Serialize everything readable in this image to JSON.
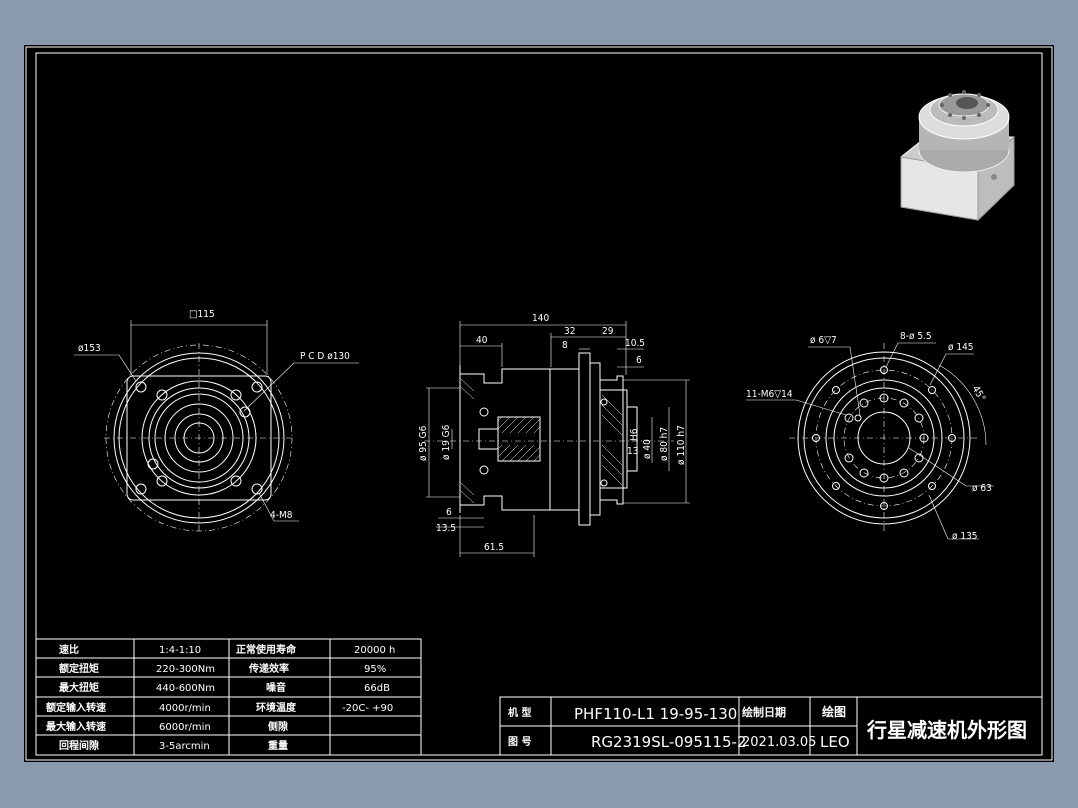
{
  "drawing": {
    "title": "行星减速机外形图",
    "title_block": {
      "model_label": "机 型",
      "model_value": "PHF110-L1 19-95-130",
      "drawing_no_label": "图 号",
      "drawing_no_value": "RG2319SL-095115-2",
      "date_label": "绘制日期",
      "date_value": "2021.03.05",
      "drawer_label": "绘图",
      "drawer_value": "LEO"
    },
    "specs": [
      {
        "k1": "速比",
        "v1": "1:4-1:10",
        "k2": "正常使用寿命",
        "v2": "20000 h"
      },
      {
        "k1": "额定扭矩",
        "v1": "220-300Nm",
        "k2": "传递效率",
        "v2": "95%"
      },
      {
        "k1": "最大扭矩",
        "v1": "440-600Nm",
        "k2": "噪音",
        "v2": "66dB"
      },
      {
        "k1": "额定输入转速",
        "v1": "4000r/min",
        "k2": "环境温度",
        "v2": "-20C- +90"
      },
      {
        "k1": "最大输入转速",
        "v1": "6000r/min",
        "k2": "侧隙",
        "v2": ""
      },
      {
        "k1": "回程间隙",
        "v1": "3-5arcmin",
        "k2": "重量",
        "v2": ""
      }
    ],
    "left_view": {
      "square": "□115",
      "diameter": "ø153",
      "pcd": "P C D ø130",
      "holes": "4-M8"
    },
    "side_view": {
      "overall": "140",
      "d40": "40",
      "d32": "32",
      "d29": "29",
      "d10_5": "10.5",
      "d8": "8",
      "d6a": "6",
      "d6b": "6",
      "d13_5": "13.5",
      "d61_5": "61.5",
      "dia95": "ø 95 G6",
      "dia19": "ø 19 G6",
      "dia80": "ø 80 h7",
      "dia110": "ø 110 h7",
      "dia40": "ø 40",
      "d13": "13",
      "h6": "H6"
    },
    "right_view": {
      "d6": "ø 6▽7",
      "d8x": "8-ø 5.5",
      "d145": "ø 145",
      "m6": "11-M6▽14",
      "ang": "45°",
      "d63": "ø 63",
      "d135": "ø 135"
    }
  }
}
